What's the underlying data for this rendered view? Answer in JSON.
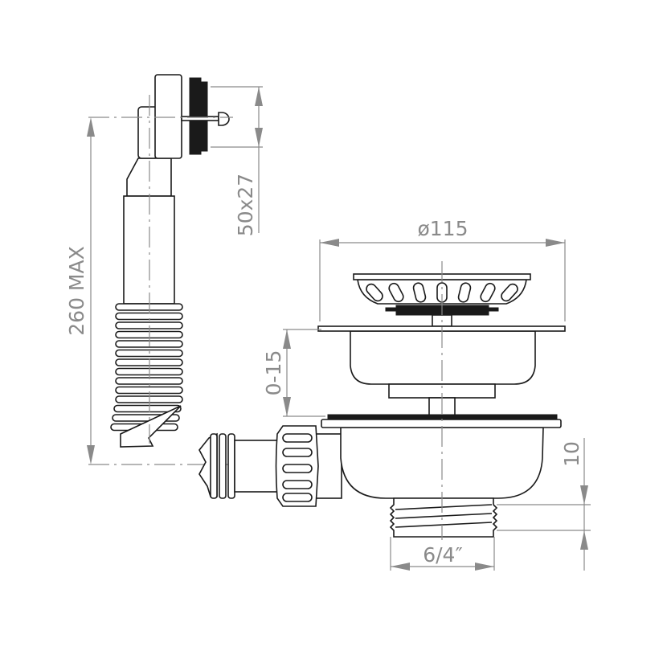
{
  "title": "Sink strainer with overflow — dimension drawing",
  "dimensions": {
    "overflow_height": "260  MAX",
    "overflow_size": "50x27",
    "strainer_diameter": "ø115",
    "sink_thickness": "0-15",
    "thread_length": "10",
    "outlet_thread": "6/4″"
  },
  "colors": {
    "line": "#1a1a1a",
    "dimension": "#8a8a8a"
  }
}
